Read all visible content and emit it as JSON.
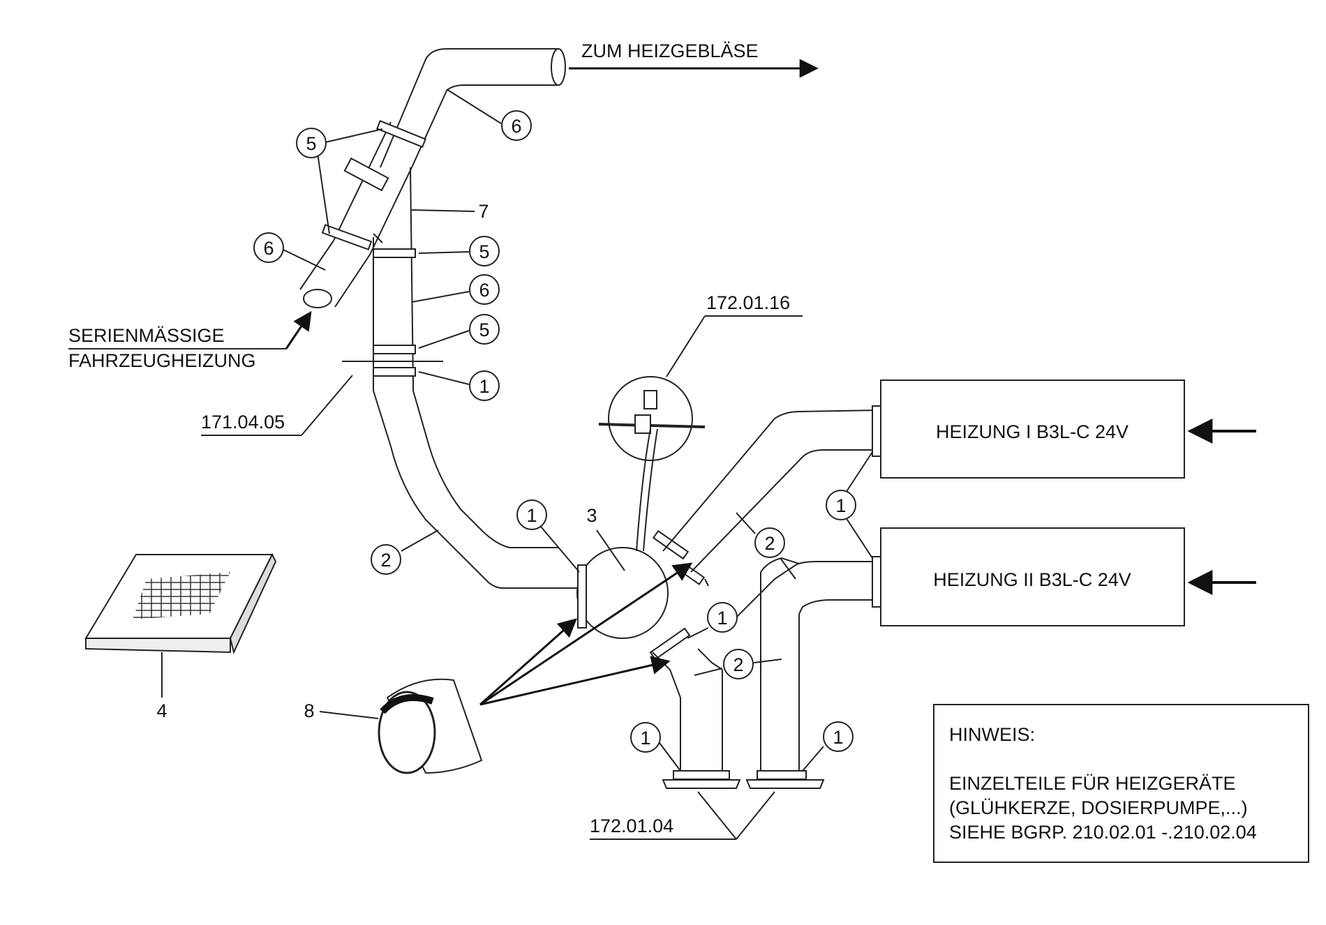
{
  "labels": {
    "to_blower": "ZUM HEIZGEBLÄSE",
    "series_heating_line1": "SERIENMÄSSIGE",
    "series_heating_line2": "FAHRZEUGHEIZUNG",
    "ref_171_04_05": "171.04.05",
    "ref_172_01_16": "172.01.16",
    "ref_172_01_04": "172.01.04",
    "heater_1": "HEIZUNG I B3L-C 24V",
    "heater_2": "HEIZUNG II B3L-C 24V",
    "part_3": "3",
    "part_4": "4",
    "part_7": "7",
    "part_8": "8"
  },
  "callouts": {
    "c_6_top": "6",
    "c_5_left": "5",
    "c_6_left": "6",
    "c_5_mid": "5",
    "c_6_mid": "6",
    "c_5_low": "5",
    "c_1_pipe": "1",
    "c_2_left": "2",
    "c_1_junction": "1",
    "c_1_heaters": "1",
    "c_2_right_top": "2",
    "c_1_small": "1",
    "c_2_right_mid": "2",
    "c_1_bottom_left": "1",
    "c_1_bottom_right": "1"
  },
  "note": {
    "title": "HINWEIS:",
    "line1": "EINZELTEILE FÜR HEIZGERÄTE",
    "line2": "(GLÜHKERZE, DOSIERPUMPE,...)",
    "line3": "SIEHE BGRP. 210.02.01 -.210.02.04"
  }
}
